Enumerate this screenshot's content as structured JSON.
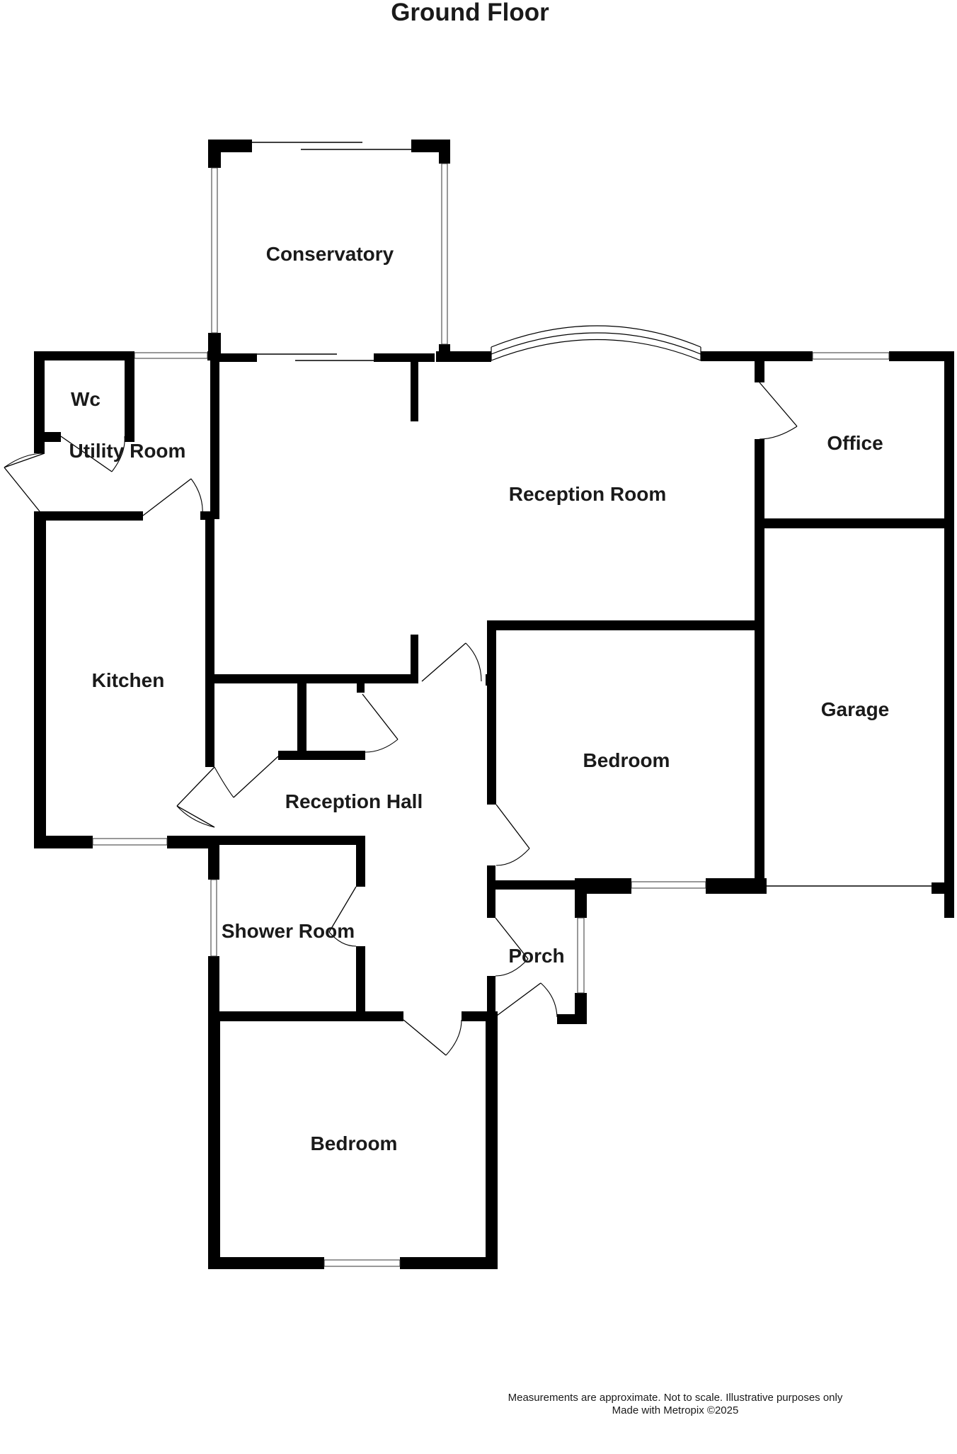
{
  "title": "Ground Floor",
  "rooms": {
    "conservatory": "Conservatory",
    "wc": "Wc",
    "utility_room": "Utility Room",
    "reception_room": "Reception Room",
    "office": "Office",
    "kitchen": "Kitchen",
    "garage": "Garage",
    "bedroom_1": "Bedroom",
    "reception_hall": "Reception Hall",
    "shower_room": "Shower Room",
    "porch": "Porch",
    "bedroom_2": "Bedroom"
  },
  "footer": {
    "disclaimer": "Measurements are approximate.  Not to scale.  Illustrative purposes only",
    "credit": "Made with Metropix ©2025"
  },
  "colors": {
    "wall": "#000000",
    "background": "#ffffff",
    "text": "#1a1a1a"
  }
}
